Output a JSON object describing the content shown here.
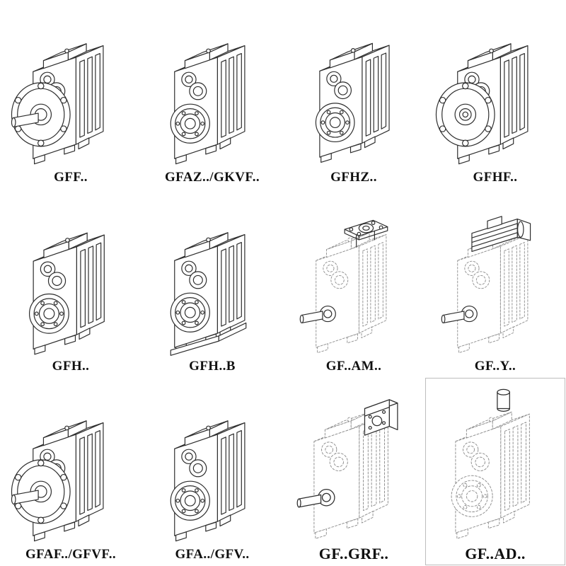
{
  "colors": {
    "background": "#ffffff",
    "line": "#2e2e2e",
    "phantom_line": "#8f8f8f"
  },
  "catalog": {
    "items": [
      {
        "label": "GFF..",
        "drawing": "helical-gearbox-output-flange-solid-shaft-drawing"
      },
      {
        "label": "GFAZ../GKVF..",
        "drawing": "helical-gearbox-hollow-shaft-drawing"
      },
      {
        "label": "GFHZ..",
        "drawing": "helical-gearbox-hollow-shaft-shrink-disc-drawing"
      },
      {
        "label": "GFHF..",
        "drawing": "helical-gearbox-hollow-shaft-output-flange-drawing"
      },
      {
        "label": "GFH..",
        "drawing": "helical-gearbox-hollow-shaft-drawing"
      },
      {
        "label": "GFH..B",
        "drawing": "helical-gearbox-hollow-shaft-foot-base-drawing"
      },
      {
        "label": "GF..AM..",
        "drawing": "helical-gearbox-phantom-iec-adapter-flange-drawing"
      },
      {
        "label": "GF..Y..",
        "drawing": "helical-gearbox-phantom-mounted-motor-drawing"
      },
      {
        "label": "GFAF../GFVF..",
        "drawing": "helical-gearbox-output-flange-solid-shaft-drawing"
      },
      {
        "label": "GFA../GFV..",
        "drawing": "helical-gearbox-hollow-shaft-drawing"
      },
      {
        "label": "GF..GRF..",
        "drawing": "helical-gearbox-phantom-input-adapter-block-drawing"
      },
      {
        "label": "GF..AD..",
        "drawing": "helical-gearbox-phantom-input-shaft-adapter-drawing"
      }
    ]
  }
}
